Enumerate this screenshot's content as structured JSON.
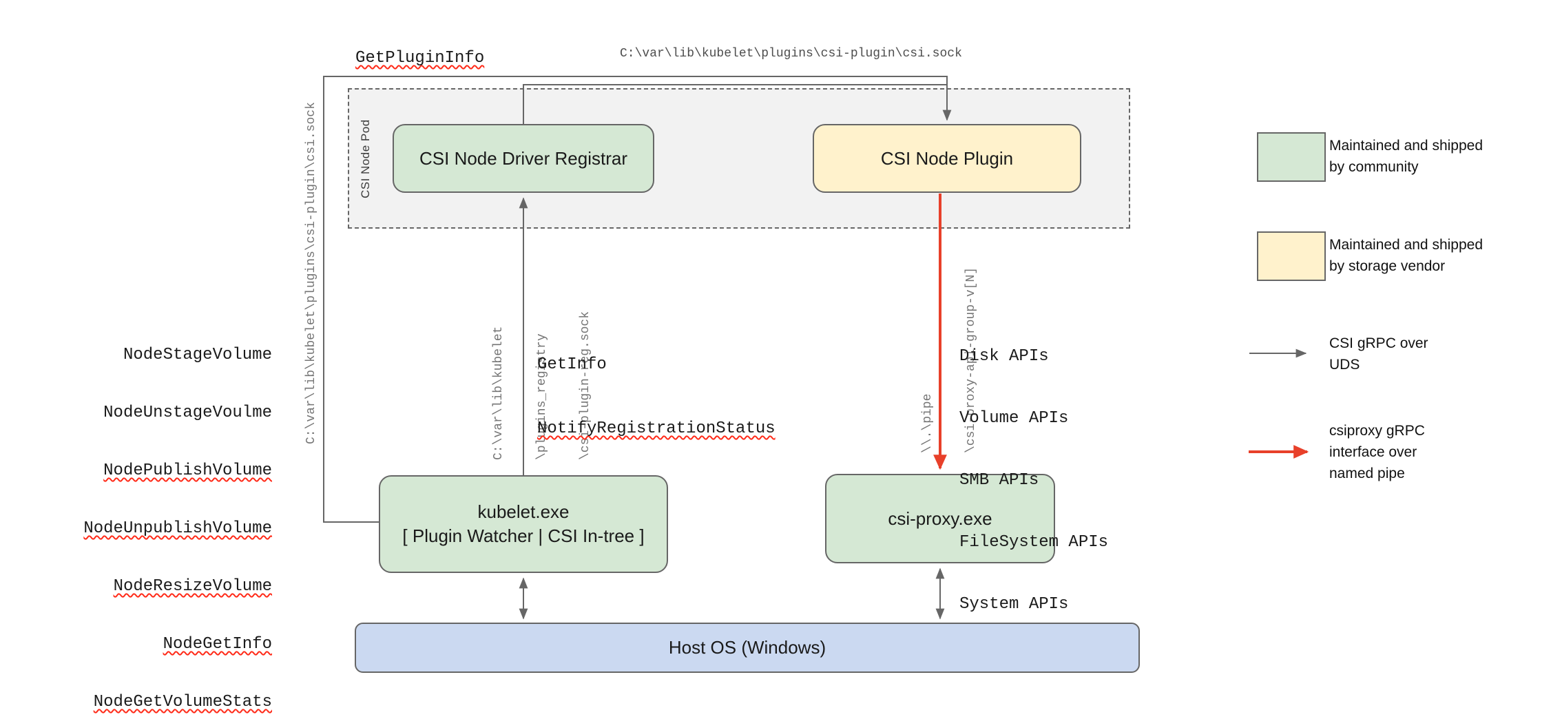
{
  "nodes": {
    "pod_label": "CSI Node Pod",
    "registrar": "CSI Node Driver Registrar",
    "plugin": "CSI Node Plugin",
    "kubelet_title": "kubelet.exe",
    "kubelet_subtitle": "[ Plugin Watcher | CSI In-tree ]",
    "csi_proxy": "csi-proxy.exe",
    "host_os": "Host OS (Windows)"
  },
  "edges": {
    "get_plugin_info": "GetPluginInfo",
    "csi_sock_horizontal": "C:\\var\\lib\\kubelet\\plugins\\csi-plugin\\csi.sock",
    "csi_sock_vertical": "C:\\var\\lib\\kubelet\\plugins\\csi-plugin\\csi.sock",
    "node_calls": [
      "NodeStageVolume",
      "NodeUnstageVoulme",
      "NodePublishVolume",
      "NodeUnpublishVolume",
      "NodeResizeVolume",
      "NodeGetInfo",
      "NodeGetVolumeStats"
    ],
    "registration_sock_lines": [
      "C:\\var\\lib\\kubelet",
      "\\plugins_registry",
      "\\csi-plugin-reg.sock"
    ],
    "get_info": "GetInfo",
    "notify_registration_status": "NotifyRegistrationStatus",
    "named_pipe_lines": [
      "\\\\.\\pipe",
      "\\csi-proxy-api-group-v[N]"
    ],
    "proxy_apis": [
      "Disk APIs",
      "Volume APIs",
      "SMB APIs",
      "FileSystem APIs",
      "System APIs"
    ]
  },
  "legend": {
    "community_line1": "Maintained and shipped",
    "community_line2": "by community",
    "vendor_line1": "Maintained and shipped",
    "vendor_line2": "by storage vendor",
    "uds_line1": "CSI gRPC over",
    "uds_line2": "UDS",
    "pipe_line1": "csiproxy gRPC",
    "pipe_line2": "interface over",
    "pipe_line3": "named pipe"
  },
  "colors": {
    "green-fill": "#d5e8d4",
    "yellow-fill": "#fff2cc",
    "blue-fill": "#cbd9f1",
    "pod-fill": "#f2f2f2",
    "stroke": "#666666",
    "red": "#e8402a",
    "squiggle": "#ff2a18"
  }
}
